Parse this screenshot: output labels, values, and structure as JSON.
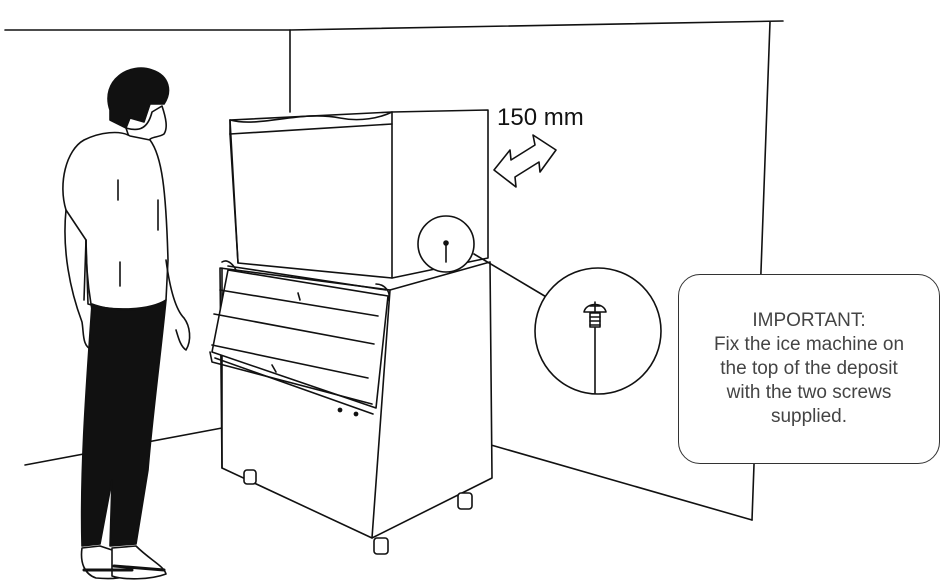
{
  "clearance": {
    "label": "150 mm"
  },
  "important_note": {
    "heading": "IMPORTANT:",
    "lines": [
      "Fix the ice machine on",
      "the top of the deposit",
      "with the two screws",
      "supplied."
    ]
  },
  "colors": {
    "line": "#111111",
    "note_text": "#444444"
  }
}
